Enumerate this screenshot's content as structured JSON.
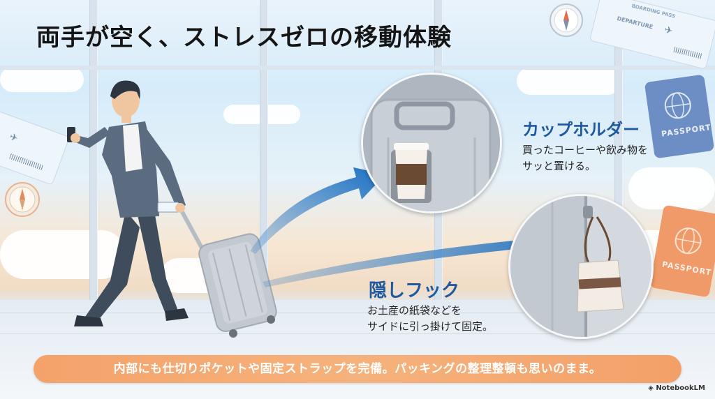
{
  "title": "両手が空く、ストレスゼロの移動体験",
  "features": [
    {
      "title": "カップホルダー",
      "description": [
        "買ったコーヒーや飲み物を",
        "サッと置ける。"
      ]
    },
    {
      "title": "隠しフック",
      "description": [
        "お土産の紙袋などを",
        "サイドに引っ掛けて固定。"
      ]
    }
  ],
  "banner": "内部にも仕切りポケットや固定ストラップを完備。パッキングの整理整頓も思いのまま。",
  "brand": "NotebookLM",
  "decorations": {
    "boarding_pass": [
      "BOARDING PASS",
      "DEPARTURE"
    ],
    "passport_label": "PASSPORT",
    "passport_colors": [
      "#6c8ec4",
      "#ef9a68"
    ]
  },
  "colors": {
    "arrow": "#1a6ec0",
    "feature_title": "#1f5a9e",
    "banner": "#f4a26a"
  },
  "icons": [
    "compass-icon",
    "passport-icon",
    "boarding-pass-icon",
    "globe-icon",
    "cloud-icon",
    "airplane-icon"
  ]
}
